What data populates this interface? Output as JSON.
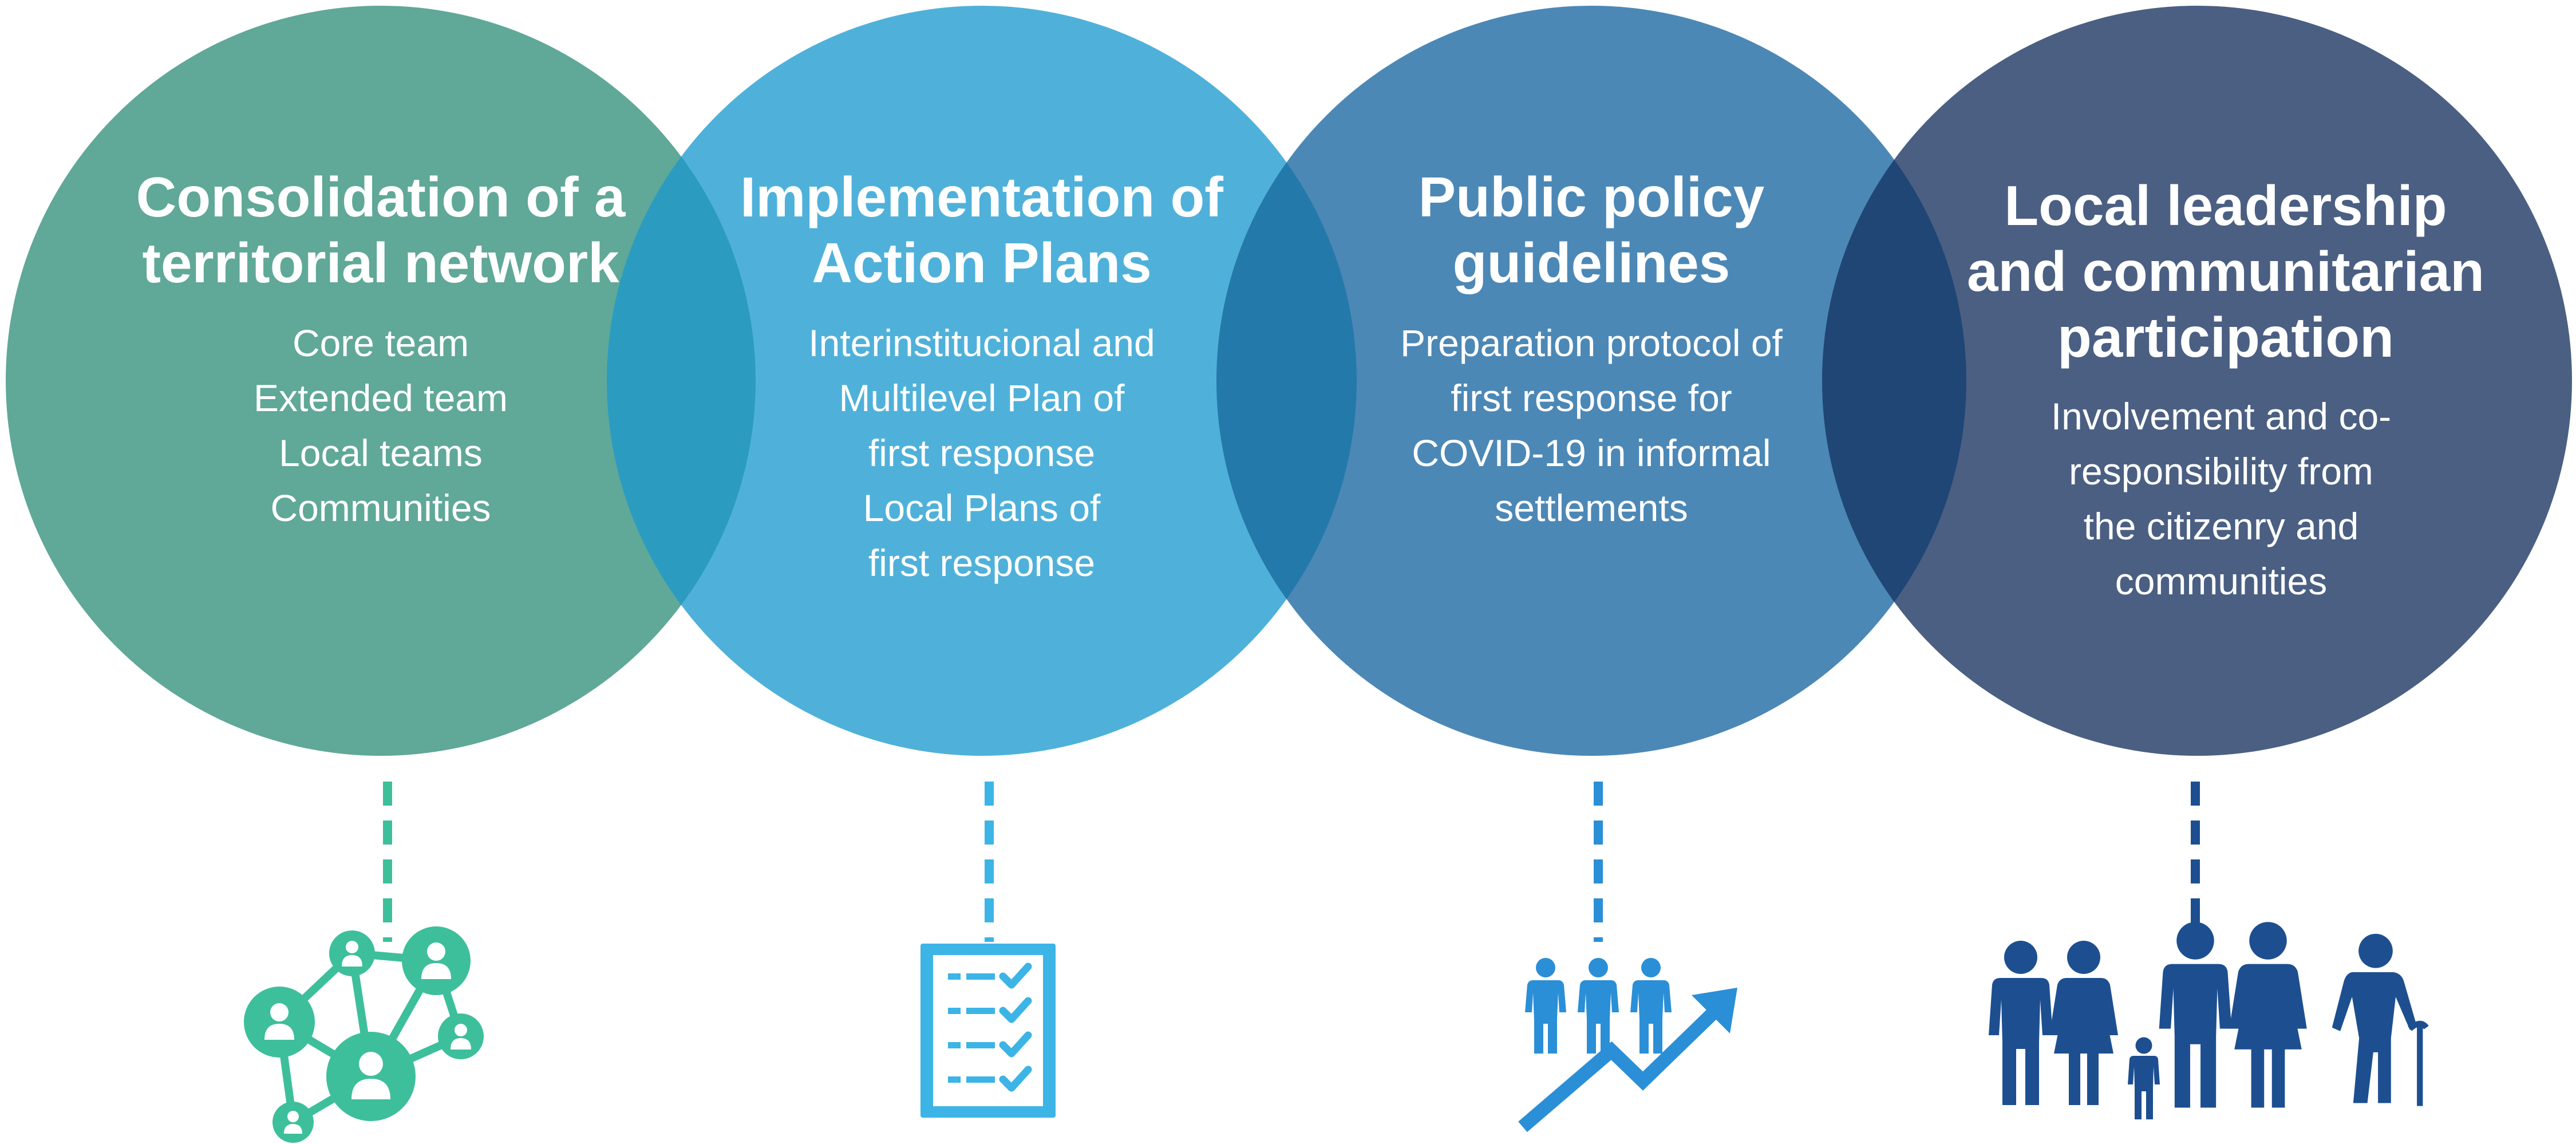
{
  "colors": {
    "circle1": "#60a898",
    "circle2": "#4fb1da",
    "circle3": "#4c88b6",
    "circle4": "#4a5f82",
    "overlap12": "#2b9cc0",
    "overlap23": "#2479ab",
    "overlap34": "#1f4675",
    "icon1": "#3dbf9b",
    "icon2": "#3cb4e6",
    "icon3": "#2a8fd6",
    "icon4": "#1d4f90"
  },
  "pillars": [
    {
      "title_lines": [
        "Consolidation of a",
        "territorial network"
      ],
      "body_lines": [
        "Core team",
        "Extended team",
        "Local teams",
        "Communities"
      ],
      "icon": "network-people-icon"
    },
    {
      "title_lines": [
        "Implementation of",
        "Action Plans"
      ],
      "body_lines": [
        "Interinstitucional and",
        "Multilevel Plan of",
        "first response",
        "",
        "Local Plans of",
        "first response"
      ],
      "icon": "checklist-icon"
    },
    {
      "title_lines": [
        "Public policy",
        "guidelines"
      ],
      "body_lines": [
        "Preparation protocol of",
        "first response for",
        "COVID-19 in informal",
        "settlements"
      ],
      "icon": "people-growth-icon"
    },
    {
      "title_lines": [
        "Local leadership",
        "and communitarian",
        "participation"
      ],
      "body_lines": [
        "Involvement and co-",
        "responsibility from",
        "the citizenry and",
        "communities"
      ],
      "icon": "family-community-icon"
    }
  ]
}
